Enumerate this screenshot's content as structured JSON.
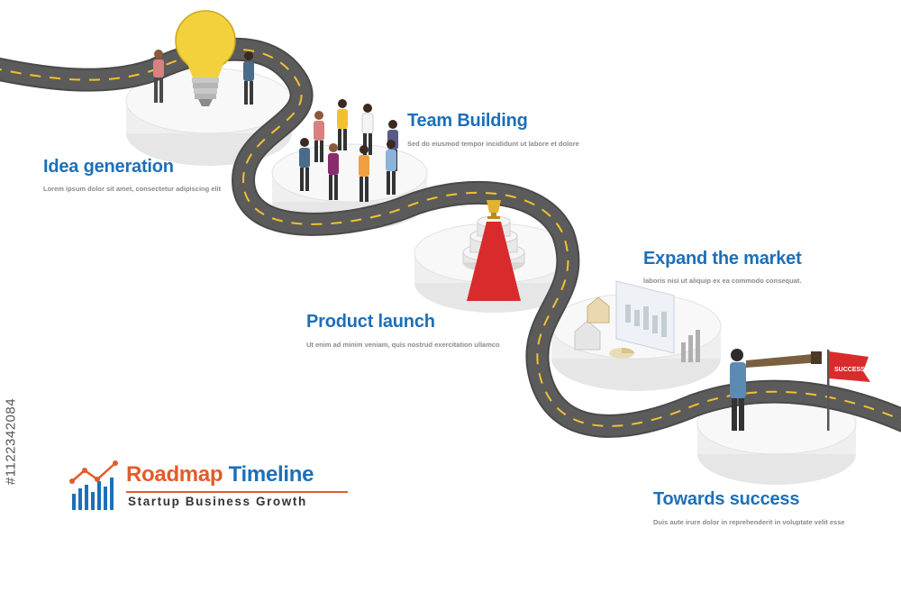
{
  "steps": [
    {
      "title": "Idea generation",
      "desc": "Lorem ipsum dolor sit amet, consectetur adipiscing elit"
    },
    {
      "title": "Team Building",
      "desc": "Sed do eiusmod tempor incididunt ut labore et dolore"
    },
    {
      "title": "Product launch",
      "desc": "Ut enim ad minim veniam, quis nostrud exercitation ullamco"
    },
    {
      "title": "Expand the market",
      "desc": "laboris nisi ut aliquip ex ea commodo consequat."
    },
    {
      "title": "Towards success",
      "desc": "Duis aute irure dolor in reprehenderit in voluptate velit esse"
    }
  ],
  "logo": {
    "word1": "Roadmap",
    "word2": "Timeline",
    "subtitle": "Startup Business Growth"
  },
  "flag_text": "SUCCESS",
  "stock_id": "#1122342084",
  "colors": {
    "title_blue": "#1d6fb8",
    "road": "#5b5b5b",
    "road_line": "#f2c12e",
    "accent_orange": "#e15c2a",
    "carpet_red": "#d92b2b"
  }
}
